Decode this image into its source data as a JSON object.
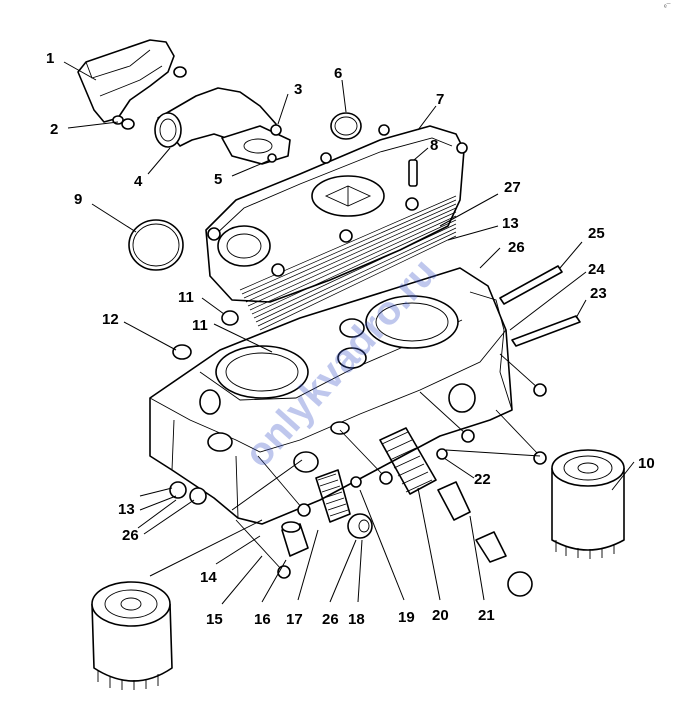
{
  "figure": {
    "corner_mark": "ᵉ¯",
    "watermark": "onlykvadro.ru",
    "callouts": [
      {
        "id": "c1",
        "text": "1"
      },
      {
        "id": "c2",
        "text": "2"
      },
      {
        "id": "c3",
        "text": "3"
      },
      {
        "id": "c4",
        "text": "4"
      },
      {
        "id": "c5",
        "text": "5"
      },
      {
        "id": "c6",
        "text": "6"
      },
      {
        "id": "c7",
        "text": "7"
      },
      {
        "id": "c8",
        "text": "8"
      },
      {
        "id": "c9",
        "text": "9"
      },
      {
        "id": "c10",
        "text": "10"
      },
      {
        "id": "c11a",
        "text": "11"
      },
      {
        "id": "c11b",
        "text": "11"
      },
      {
        "id": "c12",
        "text": "12"
      },
      {
        "id": "c13a",
        "text": "13"
      },
      {
        "id": "c13b",
        "text": "13"
      },
      {
        "id": "c14",
        "text": "14"
      },
      {
        "id": "c15",
        "text": "15"
      },
      {
        "id": "c16",
        "text": "16"
      },
      {
        "id": "c17",
        "text": "17"
      },
      {
        "id": "c18",
        "text": "18"
      },
      {
        "id": "c19",
        "text": "19"
      },
      {
        "id": "c20",
        "text": "20"
      },
      {
        "id": "c21",
        "text": "21"
      },
      {
        "id": "c22",
        "text": "22"
      },
      {
        "id": "c23",
        "text": "23"
      },
      {
        "id": "c24",
        "text": "24"
      },
      {
        "id": "c25",
        "text": "25"
      },
      {
        "id": "c26a",
        "text": "26"
      },
      {
        "id": "c26b",
        "text": "26"
      },
      {
        "id": "c26c",
        "text": "26"
      },
      {
        "id": "c27",
        "text": "27"
      }
    ]
  }
}
